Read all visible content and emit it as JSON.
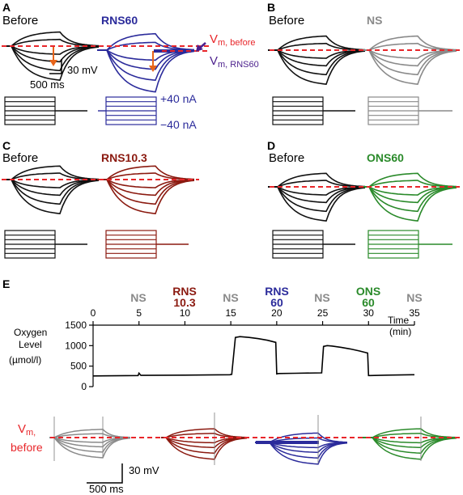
{
  "colors": {
    "black": "#111111",
    "rns60": "#2b2b9b",
    "ns": "#8a8a8a",
    "rns103": "#8b1a10",
    "ons60": "#2a8a2a",
    "red_dash": "#e8262a",
    "orange_arrow": "#e8641a",
    "purple_arrow": "#4b1f8c"
  },
  "panels": {
    "a": {
      "label": "A",
      "before": "Before",
      "treatment": "RNS60"
    },
    "b": {
      "label": "B",
      "before": "Before",
      "treatment": "NS"
    },
    "c": {
      "label": "C",
      "before": "Before",
      "treatment": "RNS10.3"
    },
    "d": {
      "label": "D",
      "before": "Before",
      "treatment": "ONS60"
    }
  },
  "annotations": {
    "vm_before": "V",
    "vm_before_sub": "m, before",
    "vm_rns60": "V",
    "vm_rns60_sub": "m, RNS60",
    "scale_mv": "30 mV",
    "scale_ms": "500 ms",
    "current_pos": "+40  nA",
    "current_neg": "−40  nA"
  },
  "panel_e": {
    "label": "E",
    "segments": [
      {
        "name": "NS",
        "line2": ""
      },
      {
        "name": "RNS",
        "line2": "10.3"
      },
      {
        "name": "NS",
        "line2": ""
      },
      {
        "name": "RNS",
        "line2": "60"
      },
      {
        "name": "NS",
        "line2": ""
      },
      {
        "name": "ONS",
        "line2": "60"
      },
      {
        "name": "NS",
        "line2": ""
      }
    ],
    "time_ticks": [
      "0",
      "5",
      "10",
      "15",
      "20",
      "25",
      "30",
      "35"
    ],
    "time_label": "Time",
    "time_unit": "(min)",
    "oxygen_ticks": [
      "1500",
      "1000",
      "500",
      "0"
    ],
    "ylabel_1": "Oxygen",
    "ylabel_2": "Level",
    "ylabel_3": "(µmol/l)",
    "vm_label": "V",
    "vm_sub": "m,",
    "vm_label2": "before",
    "scale_mv": "30 mV",
    "scale_ms": "500 ms"
  },
  "chart_data": {
    "type": "line",
    "xlabel": "Time (min)",
    "ylabel": "Oxygen Level (µmol/l)",
    "xlim": [
      0,
      35
    ],
    "ylim": [
      0,
      1500
    ],
    "x": [
      0,
      4.9,
      5.0,
      5.2,
      10,
      14.9,
      15.1,
      15.5,
      16,
      17,
      18,
      19,
      19.9,
      20.0,
      20.2,
      22,
      24.9,
      25.1,
      25.5,
      26,
      27,
      28,
      29,
      29.9,
      30.0,
      30.2,
      32,
      35
    ],
    "series": [
      {
        "values": [
          260,
          270,
          330,
          275,
          280,
          290,
          300,
          1200,
          1220,
          1200,
          1170,
          1130,
          1080,
          310,
          320,
          325,
          335,
          980,
          1000,
          990,
          960,
          920,
          870,
          820,
          270,
          270,
          280,
          290
        ]
      }
    ]
  }
}
